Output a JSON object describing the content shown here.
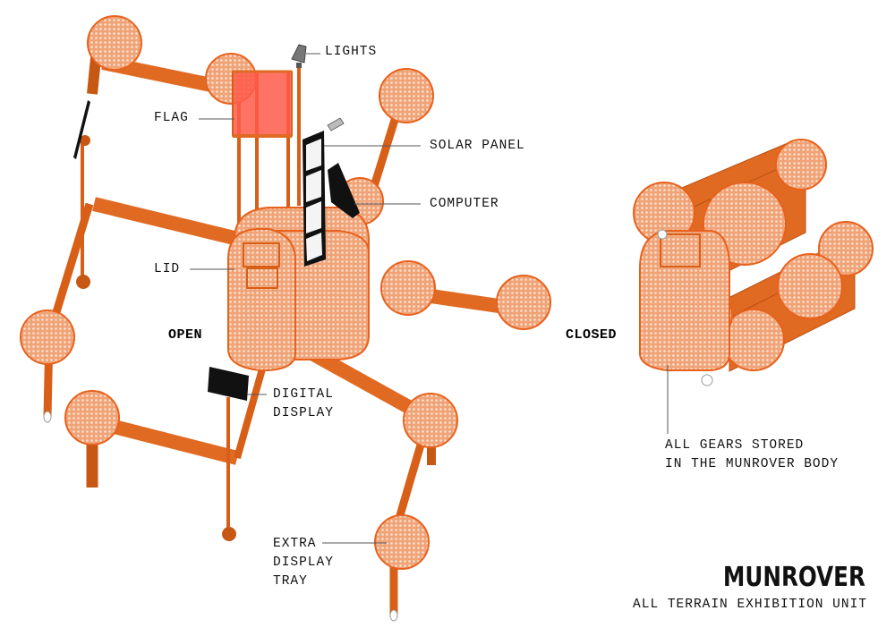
{
  "labels": {
    "lights": "LIGHTS",
    "flag": "FLAG",
    "solar_panel": "SOLAR PANEL",
    "computer": "COMPUTER",
    "lid": "LID",
    "digital_display_1": "DIGITAL",
    "digital_display_2": "DISPLAY",
    "extra_display_tray_1": "EXTRA",
    "extra_display_tray_2": "DISPLAY",
    "extra_display_tray_3": "TRAY",
    "gears_note_1": "ALL GEARS STORED",
    "gears_note_2": "IN THE MUNROVER BODY"
  },
  "states": {
    "open": "OPEN",
    "closed": "CLOSED"
  },
  "brand": {
    "title": "MUNROVER",
    "subtitle": "ALL TERRAIN EXHIBITION UNIT"
  },
  "colors": {
    "frame": "#e06a22",
    "frame_dark": "#b84f12",
    "flag": "#ff5a4a",
    "mesh_fill": "#f0a377",
    "leader": "#555555",
    "panel": "#111111"
  }
}
